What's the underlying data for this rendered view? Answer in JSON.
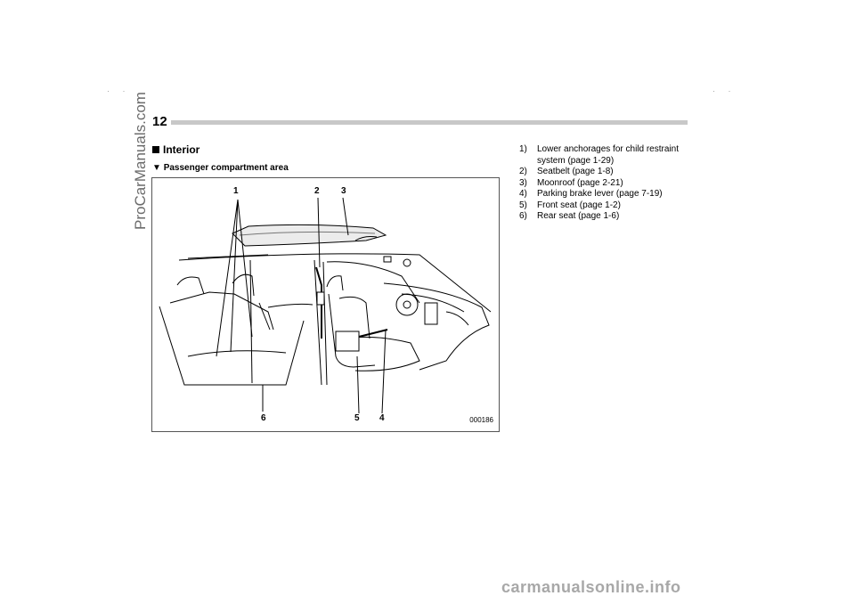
{
  "header": {
    "page_number": "12"
  },
  "section": {
    "title": "Interior",
    "subtitle": "Passenger compartment area",
    "subtitle_marker": "▼"
  },
  "figure": {
    "callouts": [
      "1",
      "2",
      "3",
      "4",
      "5",
      "6"
    ],
    "code": "000186"
  },
  "legend": {
    "items": [
      {
        "num": "1)",
        "text": "Lower anchorages for child restraint system (page 1-29)"
      },
      {
        "num": "2)",
        "text": "Seatbelt (page 1-8)"
      },
      {
        "num": "3)",
        "text": "Moonroof (page 2-21)"
      },
      {
        "num": "4)",
        "text": "Parking brake lever (page 7-19)"
      },
      {
        "num": "5)",
        "text": "Front seat (page 1-2)"
      },
      {
        "num": "6)",
        "text": "Rear seat (page 1-6)"
      }
    ]
  },
  "watermarks": {
    "side": "ProCarManuals.com",
    "bottom": "carmanualsonline.info"
  }
}
